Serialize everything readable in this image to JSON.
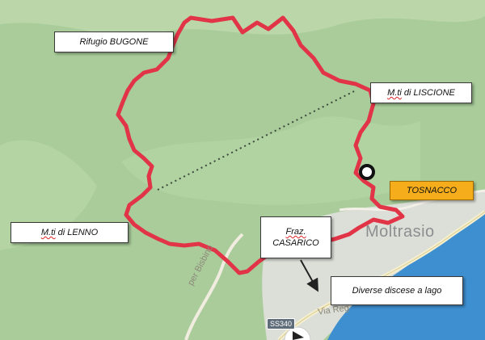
{
  "labels": {
    "rifugio": "Rifugio BUGONE",
    "liscione_prefix": "M.ti",
    "liscione_rest": " di LISCIONE",
    "tosnacco": "TOSNACCO",
    "lenno_prefix": "M.ti",
    "lenno_rest": " di LENNO",
    "casarico_line1": "Fraz.",
    "casarico_line2": "CASARICO",
    "discese": "Diverse discese a lago"
  },
  "map_text": {
    "town": "Moltrasio",
    "road_bisbino": "per Bisbino",
    "road_regina": "Via Reg",
    "road_shield": "SS340"
  },
  "colors": {
    "terrain": "#a9cc9a",
    "terrain_light": "#c4ddb4",
    "lake": "#3e8fd0",
    "urban": "#dedfdb",
    "route": "#e23447",
    "callout_highlight": "#f5ad1b"
  },
  "icons": {
    "start_marker": "ring-marker-icon",
    "arrow": "arrow-icon",
    "play": "play-icon"
  }
}
